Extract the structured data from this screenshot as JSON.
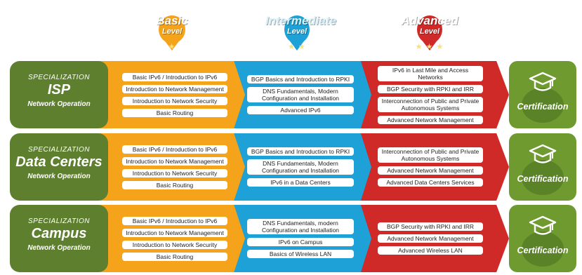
{
  "levels": [
    {
      "word1": "Basic",
      "word2": "Level",
      "stars": "★",
      "color": "#f4a31b"
    },
    {
      "word1": "Intermediate",
      "word2": "Level",
      "stars": "★ ★",
      "color": "#1da1d6"
    },
    {
      "word1": "Advanced",
      "word2": "Level",
      "stars": "★ ★ ★",
      "color": "#cf2a27"
    }
  ],
  "rows": [
    {
      "specialization": "SPECIALIZATION",
      "name": "ISP",
      "subtitle": "Network Operation",
      "basic": [
        "Basic IPv6 / Introduction to IPv6",
        "Introduction to Network Management",
        "Introduction to Network Security",
        "Basic Routing"
      ],
      "intermediate": [
        "BGP Basics and Introduction to RPKI",
        "DNS Fundamentals, Modern Configuration and Installation",
        "Advanced IPv6"
      ],
      "advanced": [
        "IPv6 in Last Mile and Access Networks",
        "BGP Security with RPKI and IRR",
        "Interconnection of Public and Private Autonomous Systems",
        "Advanced Network Management"
      ],
      "certification": "Certification"
    },
    {
      "specialization": "SPECIALIZATION",
      "name": "Data Centers",
      "subtitle": "Network Operation",
      "basic": [
        "Basic IPv6 / Introduction to IPv6",
        "Introduction to Network Management",
        "Introduction to Network Security",
        "Basic Routing"
      ],
      "intermediate": [
        "BGP Basics and Introduction to RPKI",
        "DNS Fundamentals, Modern Configuration and Installation",
        "IPv6 in a Data Centers"
      ],
      "advanced": [
        "Interconnection of Public and Private Autonomous Systems",
        "Advanced Network Management",
        "Advanced Data Centers Services"
      ],
      "certification": "Certification"
    },
    {
      "specialization": "SPECIALIZATION",
      "name": "Campus",
      "subtitle": "Network Operation",
      "basic": [
        "Basic IPv6 / Introduction to IPv6",
        "Introduction to Network Management",
        "Introduction to Network Security",
        "Basic Routing"
      ],
      "intermediate": [
        "DNS Fundamentals, modern Configuration and Installation",
        "IPv6 on Campus",
        "Basics of Wireless LAN"
      ],
      "advanced": [
        "BGP Security with RPKI and IRR",
        "Advanced Network Management",
        "Advanced Wireless LAN"
      ],
      "certification": "Certification"
    }
  ],
  "colors": {
    "specialization": "#5e7f2e",
    "certification": "#6e9a30"
  },
  "icons": {
    "certification": "graduation-cap-icon",
    "level": "star-icon"
  }
}
